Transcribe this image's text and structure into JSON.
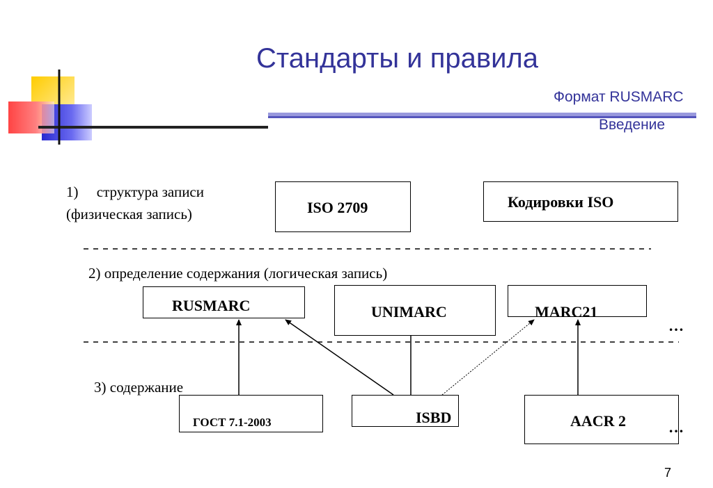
{
  "title": "Стандарты и правила",
  "subtitle_1": "Формат RUSMARC",
  "subtitle_2": "Введение",
  "level1": {
    "label_line1": "1)     структура записи",
    "label_line2": "(физическая запись)"
  },
  "level2": {
    "label": "2) определение содержания (логическая запись)"
  },
  "level3": {
    "label": "3) содержание"
  },
  "boxes": {
    "iso2709": "ISO 2709",
    "encodings": "Кодировки ISO",
    "rusmarc": "RUSMARC",
    "unimarc": "UNIMARC",
    "marc21": "MARC21",
    "gost": "ГОСТ 7.1-2003",
    "isbd": "ISBD",
    "aacr2": "AACR 2"
  },
  "ellipsis_1": "…",
  "ellipsis_2": "…",
  "page_number": "7",
  "colors": {
    "title": "#333399",
    "deco_yellow": "#ffcc00",
    "deco_red": "#ff3333",
    "deco_blue": "#3333cc"
  }
}
